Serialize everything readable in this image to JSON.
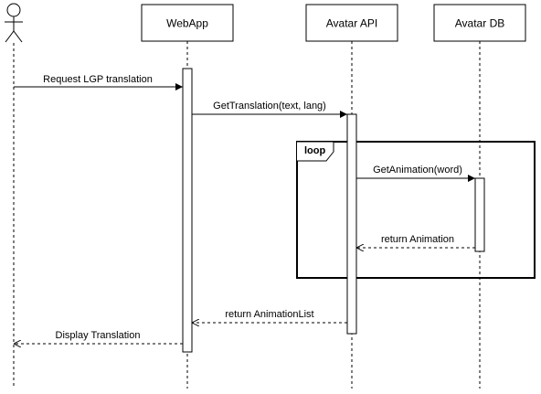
{
  "participants": {
    "actor": {
      "label": ""
    },
    "webapp": {
      "label": "WebApp"
    },
    "avatar_api": {
      "label": "Avatar API"
    },
    "avatar_db": {
      "label": "Avatar DB"
    }
  },
  "messages": [
    {
      "id": "msg-request",
      "text": "Request LGP translation",
      "kind": "sync"
    },
    {
      "id": "msg-get-translation",
      "text": "GetTranslation(text, lang)",
      "kind": "sync"
    },
    {
      "id": "msg-get-animation",
      "text": "GetAnimation(word)",
      "kind": "sync"
    },
    {
      "id": "msg-return-animation",
      "text": "return Animation",
      "kind": "return"
    },
    {
      "id": "msg-return-list",
      "text": "return AnimationList",
      "kind": "return"
    },
    {
      "id": "msg-display",
      "text": "Display Translation",
      "kind": "return"
    }
  ],
  "fragment": {
    "operator": "loop"
  },
  "colors": {
    "line": "#000000",
    "background": "#ffffff"
  }
}
